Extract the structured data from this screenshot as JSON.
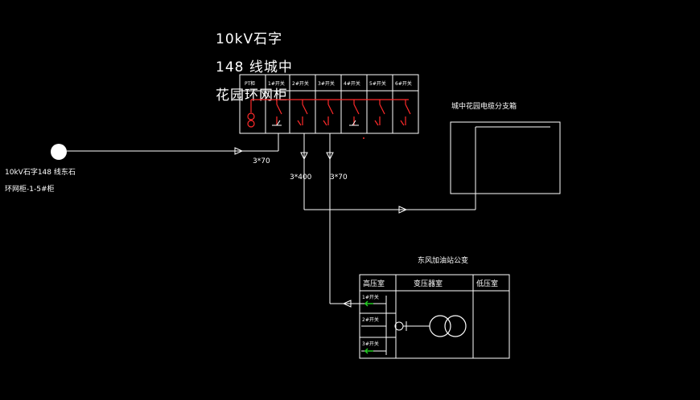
{
  "station": {
    "line1": "10kV石字",
    "line2": "148  线城中",
    "line3": "花园环网柜"
  },
  "panel_labels": [
    "PT柜",
    "1#开关",
    "2#开关",
    "3#开关",
    "4#开关",
    "5#开关",
    "6#开关"
  ],
  "source": {
    "line1": "10kV石字148  线东石",
    "line2": "环网柜-1-5#柜"
  },
  "cable_labels": {
    "in": "3*70",
    "mid": "3*400",
    "right": "3*70"
  },
  "branch_box": {
    "title": "城中花园电缆分支箱"
  },
  "substation": {
    "title": "东风加油站公变",
    "rooms": [
      "高压室",
      "变压器室",
      "低压室"
    ],
    "cabinets": [
      "1#开关",
      "2#开关",
      "3#开关"
    ]
  },
  "colors": {
    "line": "#ffffff",
    "switch": "#ff2a2a",
    "indicator": "#22cc22",
    "background": "#000000"
  }
}
